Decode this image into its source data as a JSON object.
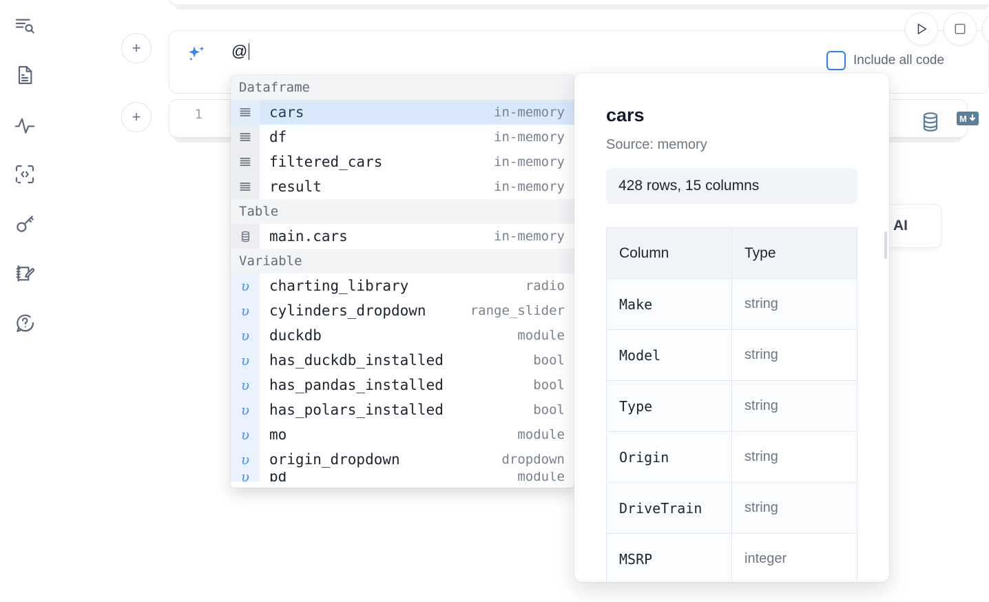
{
  "rail": {
    "items": [
      {
        "name": "file-explorer-search-icon",
        "label": "Explore files"
      },
      {
        "name": "document-icon",
        "label": "Notebook"
      },
      {
        "name": "activity-pulse-icon",
        "label": "Runtime activity"
      },
      {
        "name": "code-snippet-icon",
        "label": "Snippets"
      },
      {
        "name": "key-icon",
        "label": "Secrets"
      },
      {
        "name": "scratchpad-edit-icon",
        "label": "Scratchpad"
      },
      {
        "name": "help-chat-icon",
        "label": "Help"
      }
    ]
  },
  "ai_cell": {
    "sparkle_icon": "sparkle-ai-icon",
    "input_value": "@",
    "add_cell_label": "+",
    "include_all_code_label": "Include all code",
    "include_all_code_checked": false,
    "run_icon": "play-triangle-icon",
    "stop_icon": "stop-square-icon",
    "accent_blue": "#2f7df6"
  },
  "code_cell": {
    "line_number": "1",
    "database_icon": "database-icon",
    "markdown_icon": "markdown-down-icon",
    "add_cell_label": "+"
  },
  "ai_chip": {
    "label": "h AI"
  },
  "autocomplete": {
    "groups": [
      {
        "title": "Dataframe",
        "icon": "dataframe-rows-icon",
        "kind": "dataframe",
        "items": [
          {
            "name": "cars",
            "type": "in-memory",
            "selected": true
          },
          {
            "name": "df",
            "type": "in-memory",
            "selected": false
          },
          {
            "name": "filtered_cars",
            "type": "in-memory",
            "selected": false
          },
          {
            "name": "result",
            "type": "in-memory",
            "selected": false
          }
        ]
      },
      {
        "title": "Table",
        "icon": "database-table-icon",
        "kind": "table",
        "items": [
          {
            "name": "main.cars",
            "type": "in-memory",
            "selected": false
          }
        ]
      },
      {
        "title": "Variable",
        "icon": "variable-upsilon-icon",
        "kind": "variable",
        "items": [
          {
            "name": "charting_library",
            "type": "radio",
            "selected": false
          },
          {
            "name": "cylinders_dropdown",
            "type": "range_slider",
            "selected": false
          },
          {
            "name": "duckdb",
            "type": "module",
            "selected": false
          },
          {
            "name": "has_duckdb_installed",
            "type": "bool",
            "selected": false
          },
          {
            "name": "has_pandas_installed",
            "type": "bool",
            "selected": false
          },
          {
            "name": "has_polars_installed",
            "type": "bool",
            "selected": false
          },
          {
            "name": "mo",
            "type": "module",
            "selected": false
          },
          {
            "name": "origin_dropdown",
            "type": "dropdown",
            "selected": false
          },
          {
            "name": "pd",
            "type": "module",
            "selected": false,
            "clipped": true
          }
        ]
      }
    ]
  },
  "doc_panel": {
    "title": "cars",
    "source": "Source: memory",
    "shape": "428 rows, 15 columns",
    "table": {
      "headers": [
        "Column",
        "Type"
      ],
      "rows": [
        [
          "Make",
          "string"
        ],
        [
          "Model",
          "string"
        ],
        [
          "Type",
          "string"
        ],
        [
          "Origin",
          "string"
        ],
        [
          "DriveTrain",
          "string"
        ],
        [
          "MSRP",
          "integer"
        ]
      ]
    }
  }
}
